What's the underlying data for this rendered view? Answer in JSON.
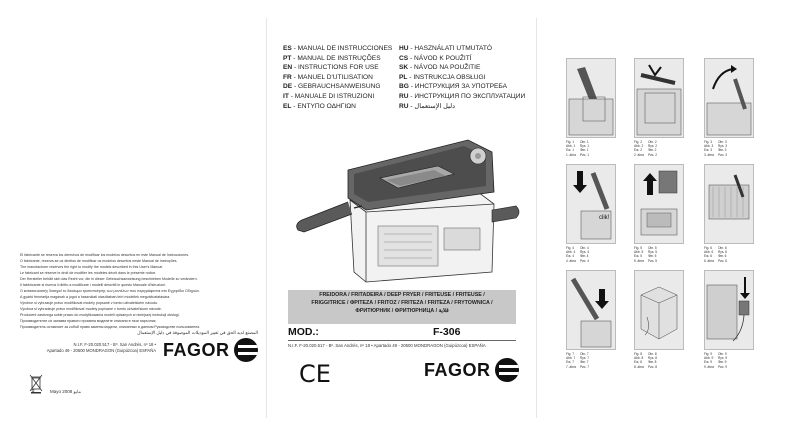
{
  "left_panel": {
    "disclaimer_lines": [
      "El fabricante se reserva los derechos de modificar los modelos descritos en este Manual de Instrucciones.",
      "O fabricante, reserva-se os direitos de modificar os modelos descritos neste Manual de Instruções.",
      "The manufacturer reserves the right to modify the models described in this User's Manual.",
      "Le fabricant se réserve le droit de modifier les modèles décrit dans le présente notice.",
      "Der Hersteller behält sich das Recht vor, die in dieser Gebrauchsanweisung beschrieben Modelle zu verändern.",
      "Il fabbricante si riserva il diritto a modificare i modelli descritti in questo Manuale d'Istruzioni.",
      "O κατασκευαστής διατηρεί το δικαίωμα τροποποίησης των μοντέλων που περιγράφονται στο Εγχειρίδιο Οδηγιών.",
      "A gyártó fenntartja magának a jogot a használati utasításban leírt modellek megváltoztatására.",
      "Výrobce si vyhrazuje právo modifikovat modely popsané v tomto uživatelském návodu.",
      "Výrobca si vyhradzuje právo modifikovať modely popísané v tomto užívateľskom návode.",
      "Producent zastrzega sobie prawo do modyfikowania modeli opisanych w niniejszej instrukcji obsługi.",
      "Производителят си запазва правото промяна моделите описани в тази наръчник.",
      "Производитель оставляет за собой право замены модели, описанных в данном Руководстве пользователя."
    ],
    "arabic_line": "المصنع لديه الحق في تغيير الموديلات الموصوفة في دليل الإستعمال",
    "address_lines": [
      "N.I.F. F-20.020.517 - Bº. San Andrés, nº 18 •",
      "Apartado 49 - 20500 MONDRAGON (Guipúzcoa) ESPAÑA"
    ],
    "brand": "FAGOR",
    "date": "Mayo 2008",
    "date_arabic": "مايو"
  },
  "center_panel": {
    "languages_col1": [
      {
        "code": "ES",
        "title": "MANUAL DE INSTRUCCIONES"
      },
      {
        "code": "PT",
        "title": "MANUAL DE INSTRUÇÕES"
      },
      {
        "code": "EN",
        "title": "INSTRUCTIONS FOR USE"
      },
      {
        "code": "FR",
        "title": "MANUEL D'UTILISATION"
      },
      {
        "code": "DE",
        "title": "GEBRAUCHSANWEISUNG"
      },
      {
        "code": "IT",
        "title": "MANUALE DI ISTRUZIONI"
      },
      {
        "code": "EL",
        "title": "ΕΝΤΥΠΟ ΟΔΗΓΙΩΝ"
      }
    ],
    "languages_col2": [
      {
        "code": "HU",
        "title": "HASZNÁLATI UTMUTATÓ"
      },
      {
        "code": "CS",
        "title": "NÁVOD K POUŽITÍ"
      },
      {
        "code": "SK",
        "title": "NÁVOD NA POUŽITIE"
      },
      {
        "code": "PL",
        "title": "INSTRUKCJA OBSŁUGI"
      },
      {
        "code": "BG",
        "title": "ИНСТРУКЦИЯ ЗА УПОТРЕБА"
      },
      {
        "code": "RU",
        "title": "ИНСТРУКЦИЯ ПО ЭКСПЛУАТАЦИИ"
      },
      {
        "code": "",
        "title": "دليل الإستعمال"
      }
    ],
    "product_lines": [
      "FREIDORA / FRITADEIRA / DEEP FRYER / FRITEUSE / FRITEUSE /",
      "FRIGGITRICE / ΦΡΙΤΕΖΑ / FRITŐZ / FRITÉZA / FRITÉZA / FRYTOWNICA /",
      "ФРИТЮРНИК / ФРИТЮРНИЦА / قلاية"
    ],
    "mod_label": "MOD.:",
    "model": "F-306",
    "address": "N.I.F. F-20.020.517 - Bº. San Andrés, nº 18 • Apartado 49 - 20500 MONDRAGON (Guipúzcoa) ESPAÑA",
    "ce_mark": "CE",
    "brand": "FAGOR"
  },
  "right_panel": {
    "figures": [
      {
        "caption": [
          "Fig. 1",
          "Abb. 1",
          "Εικ. 1",
          "1. ábra"
        ],
        "caption_b": [
          "Obr. 1",
          "Rys. 1",
          "Фиг. 1",
          "Рис. 1"
        ]
      },
      {
        "caption": [
          "Fig. 2",
          "Abb. 2",
          "Εικ. 2",
          "2. ábra"
        ],
        "caption_b": [
          "Obr. 2",
          "Rys. 2",
          "Фиг. 2",
          "Рис. 2"
        ]
      },
      {
        "caption": [
          "Fig. 3",
          "Abb. 3",
          "Εικ. 3",
          "3. ábra"
        ],
        "caption_b": [
          "Obr. 3",
          "Rys. 3",
          "Фиг. 3",
          "Рис. 3"
        ]
      },
      {
        "caption": [
          "Fig. 4",
          "Abb. 4",
          "Εικ. 4",
          "4. ábra"
        ],
        "caption_b": [
          "Obr. 4",
          "Rys. 4",
          "Фиг. 4",
          "Рис. 4"
        ]
      },
      {
        "caption": [
          "Fig. 5",
          "Abb. 5",
          "Εικ. 5",
          "5. ábra"
        ],
        "caption_b": [
          "Obr. 5",
          "Rys. 5",
          "Фиг. 5",
          "Рис. 5"
        ]
      },
      {
        "caption": [
          "Fig. 6",
          "Abb. 6",
          "Εικ. 6",
          "6. ábra"
        ],
        "caption_b": [
          "Obr. 6",
          "Rys. 6",
          "Фиг. 6",
          "Рис. 6"
        ]
      },
      {
        "caption": [
          "Fig. 7",
          "Abb. 7",
          "Εικ. 7",
          "7. ábra"
        ],
        "caption_b": [
          "Obr. 7",
          "Rys. 7",
          "Фиг. 7",
          "Рис. 7"
        ]
      },
      {
        "caption": [
          "Fig. 8",
          "Abb. 8",
          "Εικ. 8",
          "8. ábra"
        ],
        "caption_b": [
          "Obr. 8",
          "Rys. 8",
          "Фиг. 8",
          "Рис. 8"
        ]
      },
      {
        "caption": [
          "Fig. 9",
          "Abb. 9",
          "Εικ. 9",
          "9. ábra"
        ],
        "caption_b": [
          "Obr. 9",
          "Rys. 9",
          "Фиг. 9",
          "Рис. 9"
        ]
      }
    ],
    "click_label": "clik!",
    "icons": [
      "down-arrow-icon",
      "up-arrow-icon",
      "curved-arrow-icon",
      "plug-icon"
    ]
  }
}
